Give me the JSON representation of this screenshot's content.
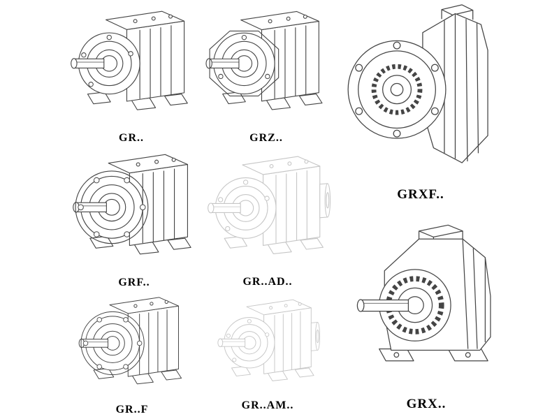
{
  "page": {
    "kind": "gear-reducer-catalog-line-drawings"
  },
  "colors": {
    "background": "#ffffff",
    "line": "#454545",
    "faded": "#c6c6c6",
    "label": "#000000"
  },
  "figures": [
    {
      "label": "GR..",
      "variant": "helical-gear-unit-foot-mounted",
      "style": "solid"
    },
    {
      "label": "GRZ..",
      "variant": "helical-gear-unit-foot-mounted-octagonal",
      "style": "solid"
    },
    {
      "label": "GRXF..",
      "variant": "helical-gear-unit-flange-front-view",
      "style": "solid"
    },
    {
      "label": "GRF..",
      "variant": "helical-gear-unit-flange-mounted",
      "style": "solid"
    },
    {
      "label": "GR..AD..",
      "variant": "helical-gear-unit-with-input-adapter",
      "style": "phantom"
    },
    {
      "label": "GRX..",
      "variant": "single-stage-helical-gear-unit-foot",
      "style": "solid"
    },
    {
      "label": "GR..F",
      "variant": "helical-gear-unit-flange-mounted",
      "style": "solid"
    },
    {
      "label": "GR..AM..",
      "variant": "helical-gear-unit-with-motor-adapter",
      "style": "phantom"
    }
  ]
}
